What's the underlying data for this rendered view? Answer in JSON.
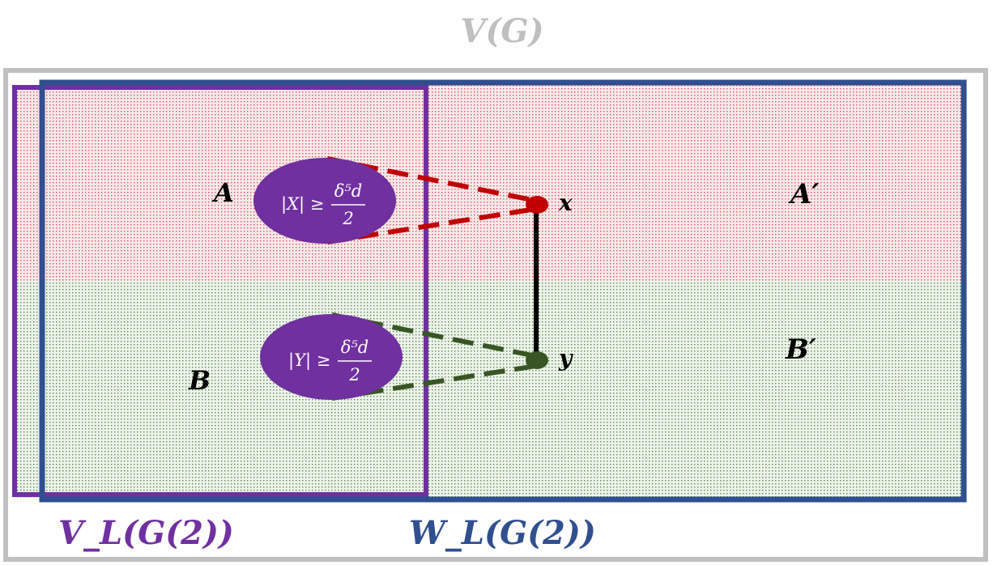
{
  "title": "V(G)",
  "regions": {
    "A": "A",
    "B": "B",
    "A_prime": "A′",
    "B_prime": "B′"
  },
  "vertices": {
    "x": "x",
    "y": "y"
  },
  "sets": {
    "X": {
      "lhs": "|X| ≥",
      "num": "δ⁵d",
      "den": "2"
    },
    "Y": {
      "lhs": "|Y| ≥",
      "num": "δ⁵d",
      "den": "2"
    }
  },
  "bottom_labels": {
    "VL": "V_L(G(2))",
    "WL": "W_L(G(2))"
  },
  "colors": {
    "outer_box": "#c0c0c0",
    "vl_box": "#7030a0",
    "wl_box": "#2f4f8f",
    "red_region_dots": "#c8202a",
    "green_region_dots": "#2e6b2e",
    "red_edge": "#c00000",
    "green_edge": "#375623",
    "ellipse": "#7030a0",
    "title_gray": "#bfbfbf"
  }
}
